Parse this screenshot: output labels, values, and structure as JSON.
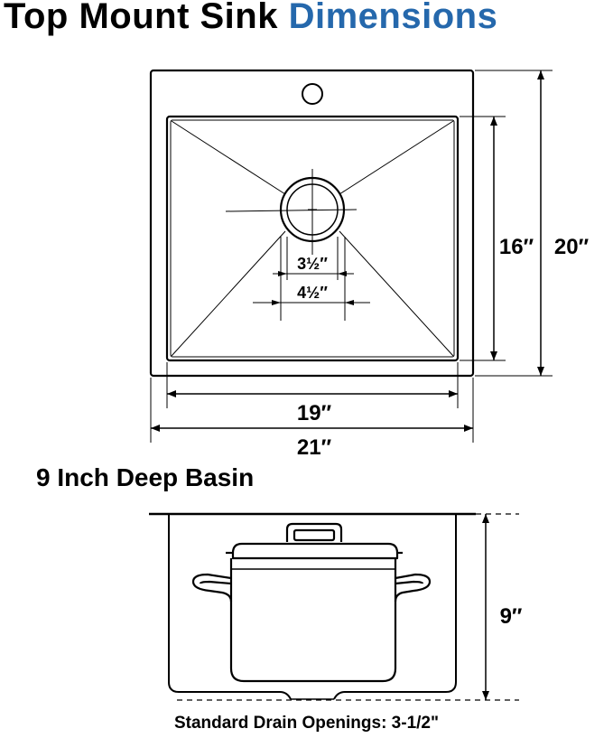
{
  "title": {
    "part1": "Top Mount Sink",
    "part2": "Dimensions",
    "accent_color": "#2568ac"
  },
  "top_view": {
    "outer_width": "21″",
    "outer_depth": "20″",
    "basin_width": "19″",
    "basin_depth": "16″",
    "drain_inner": "3½″",
    "drain_outer": "4½″"
  },
  "side_view": {
    "heading": "9 Inch Deep Basin",
    "depth": "9″"
  },
  "footer": "Standard Drain Openings: 3-1/2\""
}
